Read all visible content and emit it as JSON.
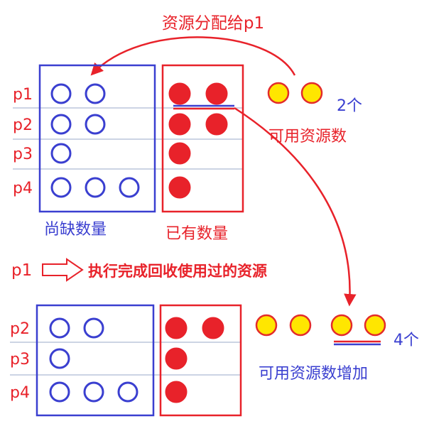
{
  "colors": {
    "blue": "#3a3fd0",
    "red": "#e8222a",
    "yellow": "#ffe600",
    "yellow_outline": "#e32b2b",
    "gridline": "#9aa8c8"
  },
  "top_annotation": "资源分配给p1",
  "top": {
    "process_labels": [
      "p1",
      "p2",
      "p3",
      "p4"
    ],
    "need_counts": [
      2,
      2,
      1,
      3
    ],
    "have_counts": [
      2,
      2,
      1,
      1
    ],
    "available_count": 2,
    "need_caption": "尚缺数量",
    "have_caption": "已有数量",
    "available_caption": "可用资源数",
    "available_number": "2个"
  },
  "middle": {
    "process": "p1",
    "action_text": "执行完成回收使用过的资源"
  },
  "bottom": {
    "process_labels": [
      "p2",
      "p3",
      "p4"
    ],
    "need_counts": [
      2,
      1,
      3
    ],
    "have_counts": [
      2,
      1,
      1
    ],
    "available_count": 4,
    "available_caption": "可用资源数增加",
    "available_number": "4个"
  }
}
